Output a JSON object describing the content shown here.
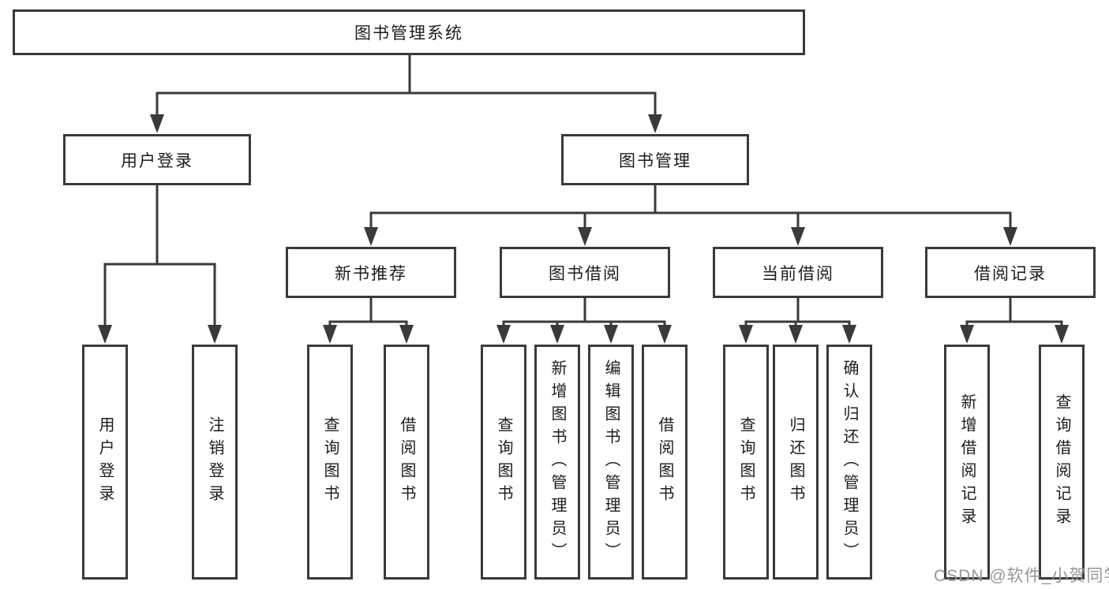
{
  "tree": {
    "label": "图书管理系统",
    "children": [
      {
        "label": "用户登录",
        "children": [
          {
            "label": "用户登录"
          },
          {
            "label": "注销登录"
          }
        ]
      },
      {
        "label": "图书管理",
        "children": [
          {
            "label": "新书推荐",
            "children": [
              {
                "label": "查询图书"
              },
              {
                "label": "借阅图书"
              }
            ]
          },
          {
            "label": "图书借阅",
            "children": [
              {
                "label": "查询图书"
              },
              {
                "label": "新增图书（管理员）"
              },
              {
                "label": "编辑图书（管理员）"
              },
              {
                "label": "借阅图书"
              }
            ]
          },
          {
            "label": "当前借阅",
            "children": [
              {
                "label": "查询图书"
              },
              {
                "label": "归还图书"
              },
              {
                "label": "确认归还（管理员）"
              }
            ]
          },
          {
            "label": "借阅记录",
            "children": [
              {
                "label": "新增借阅记录"
              },
              {
                "label": "查询借阅记录"
              }
            ]
          }
        ]
      }
    ]
  },
  "watermark": {
    "text": "CSDN @软件_小贺同学"
  },
  "colors": {
    "line": "#3a3a3a",
    "box_border": "#3a3a3a",
    "text": "#1c1c1c",
    "watermark": "#969696",
    "background": "#ffffff"
  }
}
